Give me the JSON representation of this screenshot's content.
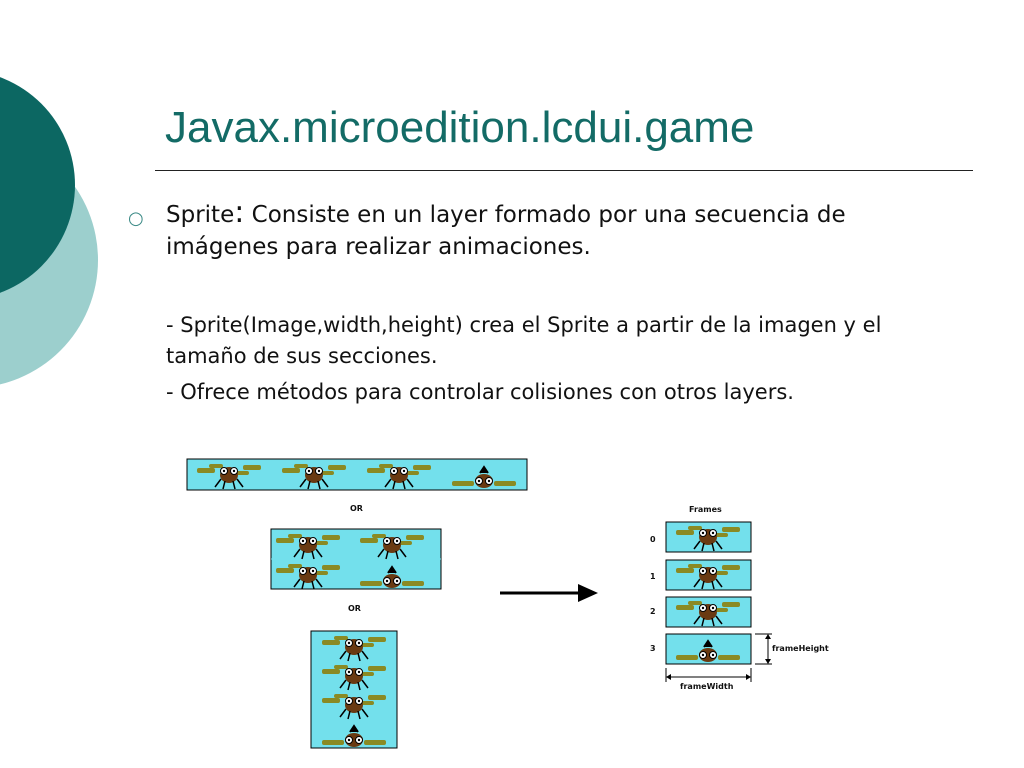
{
  "slide": {
    "title": "Javax.microedition.lcdui.game",
    "bullet_marker": "○",
    "bullet1_lead": "Sprite",
    "bullet1_colon": ":",
    "bullet1_text": " Consiste en un layer formado por una secuencia de imágenes para realizar animaciones.",
    "sub1": "- Sprite(Image,width,height) crea el Sprite a partir de la imagen y el tamaño de sus secciones.",
    "sub2": "- Ofrece métodos para controlar colisiones con otros layers."
  },
  "diagram": {
    "or_label_1": "OR",
    "or_label_2": "OR",
    "frames_title": "Frames",
    "frame_numbers": [
      "0",
      "1",
      "2",
      "3"
    ],
    "frame_height_label": "frameHeight",
    "frame_width_label": "frameWidth"
  },
  "colors": {
    "title": "#136b66",
    "deco_dark": "#0c6762",
    "deco_light": "#9ccfcd",
    "sky": "#73e0ec",
    "wing": "#8a8a24",
    "bug": "#6a3a12"
  }
}
